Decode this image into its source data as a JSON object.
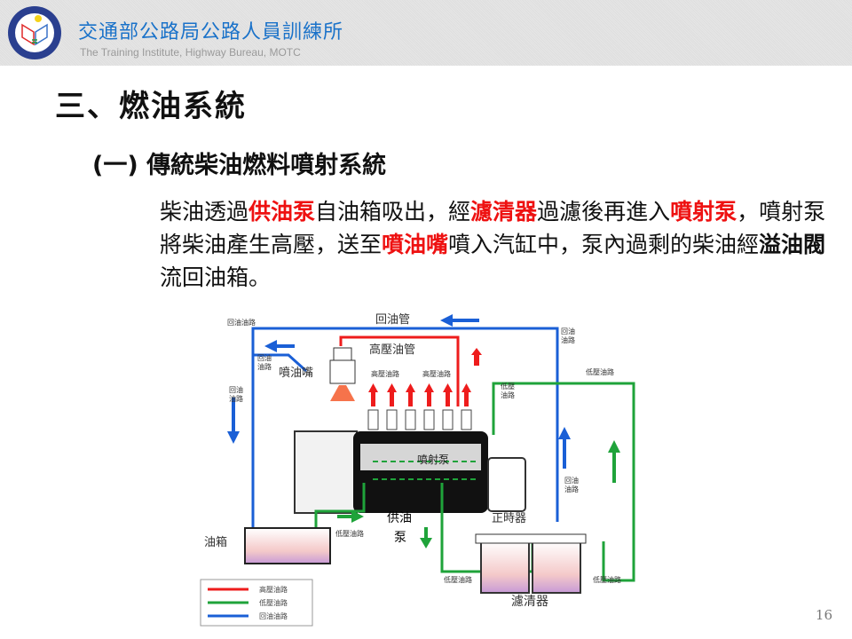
{
  "header": {
    "org_name_cn": "交通部公路局公路人員訓練所",
    "org_name_en": "The Training Institute, Highway Bureau,  MOTC",
    "logo_icon": "institute-logo-icon"
  },
  "slide": {
    "title": "三、燃油系統",
    "subtitle": "(一) 傳統柴油燃料噴射系統",
    "paragraph": [
      {
        "text": "柴油透過",
        "style": "normal"
      },
      {
        "text": "供油泵",
        "style": "red"
      },
      {
        "text": "自油箱吸出，經",
        "style": "normal"
      },
      {
        "text": "濾清器",
        "style": "red"
      },
      {
        "text": "過濾後再進入",
        "style": "normal"
      },
      {
        "text": "噴射泵",
        "style": "red"
      },
      {
        "text": "，噴射泵將柴油產生高壓，送至",
        "style": "normal"
      },
      {
        "text": "噴油嘴",
        "style": "red"
      },
      {
        "text": "噴入汽缸中，泵內過剩的柴油經",
        "style": "normal"
      },
      {
        "text": "溢油閥",
        "style": "bold"
      },
      {
        "text": "流回油箱。",
        "style": "normal"
      }
    ],
    "page_number": "16"
  },
  "diagram": {
    "colors": {
      "high_pressure": "#ee1c1c",
      "low_pressure": "#1fa33a",
      "return": "#1a5fd6"
    },
    "labels": {
      "return_pipe": "回油管",
      "high_pressure_pipe": "高壓油管",
      "injector": "噴油嘴",
      "injection_pump": "噴射泵",
      "feed_pump_line1": "供油",
      "feed_pump_line2": "泵",
      "timer": "正時器",
      "fuel_tank": "油箱",
      "filter": "濾清器",
      "return_line_top": "回油油路",
      "return_line_a1": "回油",
      "return_line_a2": "油路",
      "high_pressure_line": "高壓油路",
      "low_pressure_line": "低壓油路",
      "low_pressure_a1": "低壓",
      "low_pressure_a2": "油路"
    },
    "legend": [
      {
        "label": "高壓油路",
        "color": "#ee1c1c"
      },
      {
        "label": "低壓油路",
        "color": "#1fa33a"
      },
      {
        "label": "回油油路",
        "color": "#1a5fd6"
      }
    ]
  }
}
